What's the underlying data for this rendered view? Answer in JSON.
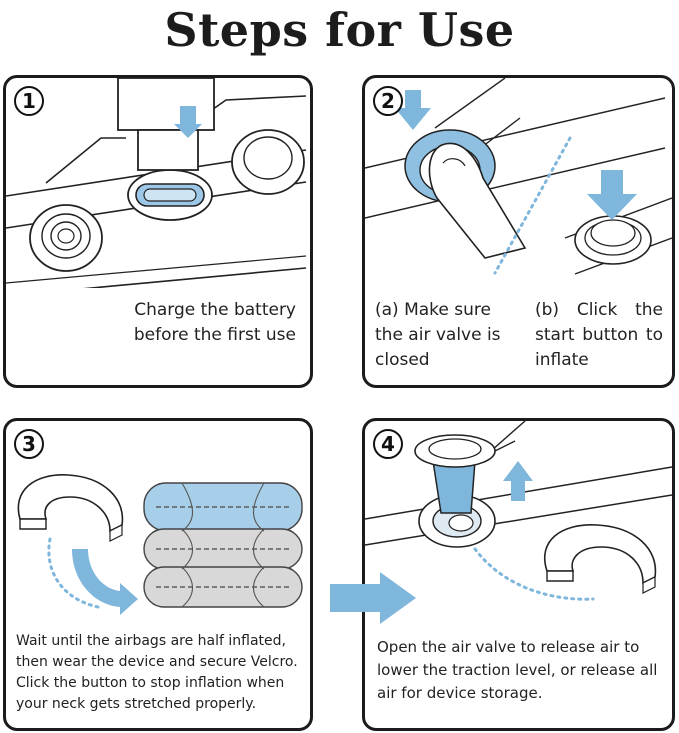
{
  "title": "Steps for Use",
  "colors": {
    "accent": "#7fb6dc",
    "accent_dark": "#4a94c8",
    "border": "#1b1b1b"
  },
  "steps": [
    {
      "number": "1",
      "text_lines": [
        "Charge the battery",
        "before the first use"
      ]
    },
    {
      "number": "2",
      "text_a": "(a) Make sure the air valve is closed",
      "text_b": "(b) Click the start button to inflate"
    },
    {
      "number": "3",
      "text_lines": [
        "Wait until the airbags are half inflated,",
        "then wear the device and secure Velcro.",
        "Click the button to stop inflation when",
        "your neck gets stretched properly."
      ]
    },
    {
      "number": "4",
      "text_lines": [
        "Open the air valve to release air to",
        "lower the traction level, or release all",
        "air for device storage."
      ]
    }
  ],
  "icons": [
    "charger-plug-icon",
    "down-arrow-icon",
    "finger-press-icon",
    "neck-pillow-icon",
    "up-arrow-icon",
    "right-arrow-icon",
    "curved-arrow-icon"
  ]
}
